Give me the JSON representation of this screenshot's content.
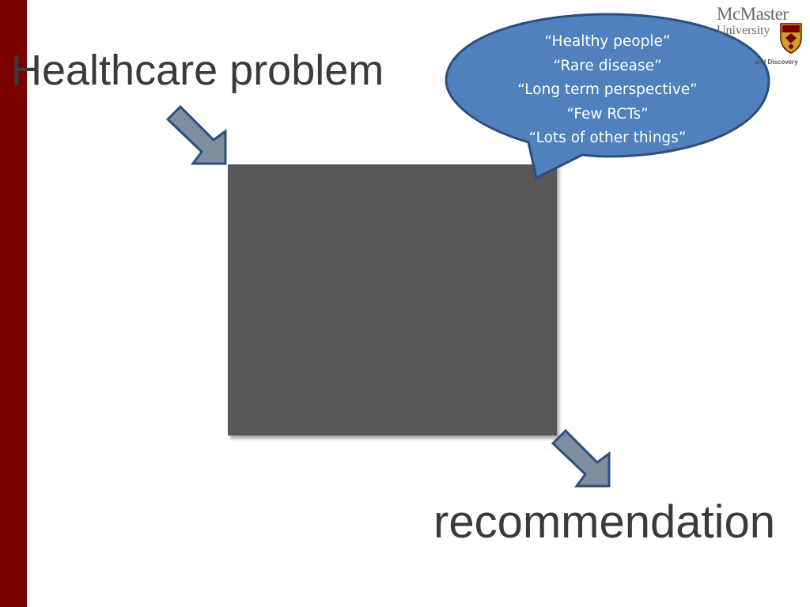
{
  "slide": {
    "title": "Healthcare problem",
    "outcome": "recommendation"
  },
  "speech_bubble": {
    "lines": [
      "“Healthy people”",
      "“Rare disease”",
      "“Long term perspective”",
      "“Few RCTs”",
      "“Lots of other things”"
    ]
  },
  "logo": {
    "name": "McMaster",
    "subname": "University",
    "tagline": "and Discovery"
  },
  "colors": {
    "left_bar": "#7a0000",
    "black_box": "#575757",
    "bubble_fill": "#4f81bd",
    "bubble_stroke": "#2c4f7c",
    "arrow_fill": "#7f8da1",
    "arrow_stroke": "#2c4f7c",
    "text": "#3a3a3a"
  },
  "icons": {
    "arrow": "down-right-arrow-icon",
    "crest": "mcmaster-crest-icon"
  }
}
